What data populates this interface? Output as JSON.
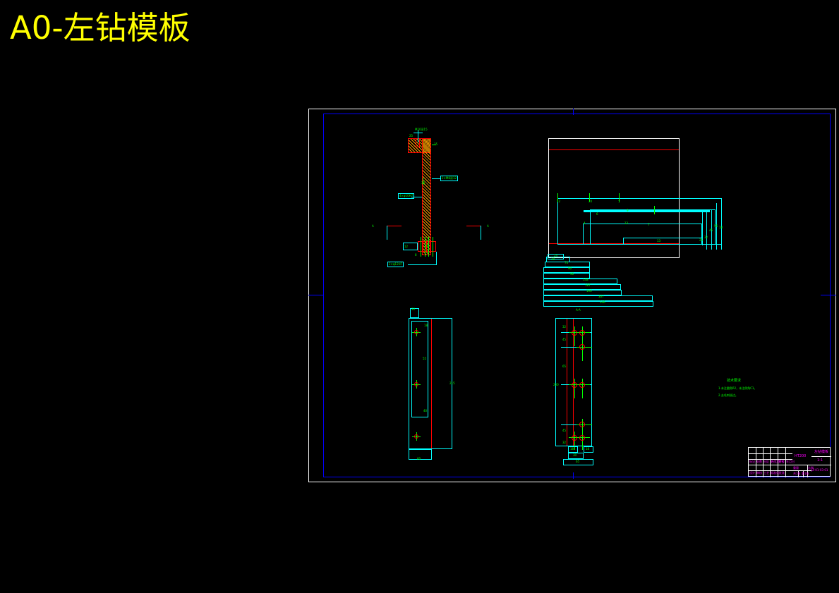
{
  "window": {
    "title": "A0-左钻模板",
    "background_color": "#000000",
    "title_color": "#ffff00"
  },
  "drawing": {
    "sheet_format": "A0",
    "outer_border_color": "#ffffff",
    "inner_border_color": "#0000ff",
    "views": [
      {
        "name": "section-view-main",
        "label": ""
      },
      {
        "name": "top-right-dimension-view",
        "label": ""
      },
      {
        "name": "bottom-left-plan-view",
        "label": ""
      },
      {
        "name": "section-a-a-view",
        "label": "A-A"
      }
    ],
    "section_marks": [
      {
        "name": "section-mark-left",
        "label": "A"
      },
      {
        "name": "section-mark-right",
        "label": "A"
      }
    ],
    "leader_labels": [
      {
        "id": "L1",
        "text": "M10深15"
      },
      {
        "id": "L2",
        "text": "2×M8深12"
      },
      {
        "id": "L3",
        "text": "4×φ10H7"
      },
      {
        "id": "L4",
        "text": "2×φ12H7"
      }
    ],
    "section_dims": [
      {
        "id": "S1",
        "text": "φ6H7"
      },
      {
        "id": "S2",
        "text": "25"
      },
      {
        "id": "S3",
        "text": "15"
      },
      {
        "id": "S4",
        "text": "30"
      },
      {
        "id": "S5",
        "text": "12"
      },
      {
        "id": "S6",
        "text": "16"
      },
      {
        "id": "S7",
        "text": "8"
      },
      {
        "id": "S8",
        "text": "20"
      }
    ],
    "stack_dims_horizontal": [
      {
        "id": "H1",
        "text": "24"
      },
      {
        "id": "H2",
        "text": "38"
      },
      {
        "id": "H3",
        "text": "74"
      },
      {
        "id": "H4",
        "text": "90"
      },
      {
        "id": "H5",
        "text": "96"
      },
      {
        "id": "H6",
        "text": "148"
      },
      {
        "id": "H7",
        "text": "187"
      },
      {
        "id": "H8",
        "text": "196"
      },
      {
        "id": "H9",
        "text": "307"
      },
      {
        "id": "H10",
        "text": "346"
      }
    ],
    "stack_dims_vertical": [
      {
        "id": "V1",
        "text": "12"
      },
      {
        "id": "V2",
        "text": "20"
      },
      {
        "id": "V3",
        "text": "7"
      },
      {
        "id": "V4",
        "text": "9"
      },
      {
        "id": "V5",
        "text": "6"
      },
      {
        "id": "V6",
        "text": "4"
      },
      {
        "id": "V7",
        "text": "13"
      },
      {
        "id": "V8",
        "text": "18"
      },
      {
        "id": "V9",
        "text": "25"
      },
      {
        "id": "V10",
        "text": "32"
      },
      {
        "id": "V11",
        "text": "45"
      },
      {
        "id": "V12",
        "text": "56"
      }
    ],
    "left_view_dims": [
      {
        "id": "LV1",
        "text": "30"
      },
      {
        "id": "LV2",
        "text": "18"
      },
      {
        "id": "LV3",
        "text": "55"
      },
      {
        "id": "LV4",
        "text": "40"
      },
      {
        "id": "LV5",
        "text": "215"
      },
      {
        "id": "LV6",
        "text": "60"
      }
    ],
    "aa_view_dims": [
      {
        "id": "AA1",
        "text": "32"
      },
      {
        "id": "AA2",
        "text": "45"
      },
      {
        "id": "AA3",
        "text": "200"
      },
      {
        "id": "AA4",
        "text": "45"
      },
      {
        "id": "AA5",
        "text": "32"
      },
      {
        "id": "AA6",
        "text": "18"
      },
      {
        "id": "AA7",
        "text": "18"
      },
      {
        "id": "AA8",
        "text": "30"
      },
      {
        "id": "AA9",
        "text": "65"
      }
    ],
    "notes": {
      "heading": "技术要求",
      "items": [
        "1.未注圆角R2，未注倒角C1。",
        "2.去毛刺锐边。"
      ],
      "color": "#00ff00"
    },
    "title_block": {
      "color": "#ff00ff",
      "grid_color": "#ffffff",
      "material": "HT200",
      "weight_label": "重量",
      "scale_label": "比例",
      "scale_value": "1:1",
      "part_name": "左钻模板",
      "drawing_number": "JZ-01-03-01",
      "sheet_label": "共1张 第1张",
      "rows": [
        {
          "cells": [
            "标记",
            "处数",
            "分区",
            "更改文件号",
            "签名",
            "年月日"
          ]
        },
        {
          "cells": [
            "设计",
            "",
            "",
            "标准化",
            "",
            ""
          ]
        },
        {
          "cells": [
            "审核",
            "",
            "",
            "",
            "",
            ""
          ]
        },
        {
          "cells": [
            "工艺",
            "",
            "",
            "批准",
            "",
            ""
          ]
        }
      ]
    }
  }
}
